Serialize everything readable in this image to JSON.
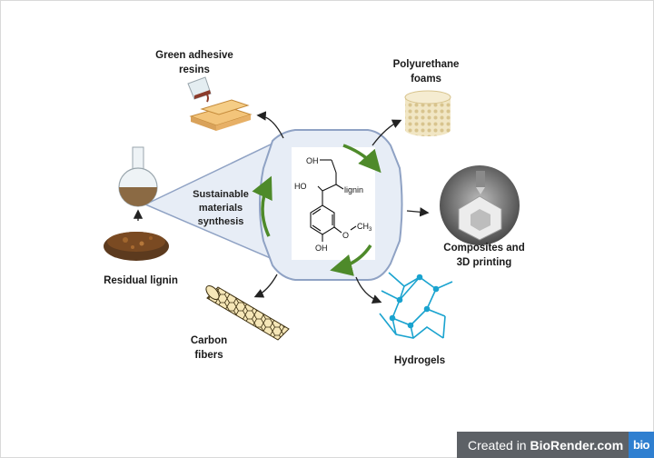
{
  "labels": {
    "green_adhesive": "Green adhesive resins",
    "green_adhesive_line1": "Green adhesive",
    "green_adhesive_line2": "resins",
    "polyurethane_line1": "Polyurethane",
    "polyurethane_line2": "foams",
    "composites_line1": "Composites and",
    "composites_line2": "3D printing",
    "hydrogels": "Hydrogels",
    "carbon_line1": "Carbon",
    "carbon_line2": "fibers",
    "residual_lignin": "Residual lignin",
    "center_line1": "Sustainable",
    "center_line2": "materials",
    "center_line3": "synthesis"
  },
  "molecule": {
    "oh_top": "OH",
    "ho_left": "HO",
    "lignin": "lignin",
    "methoxy": "O",
    "ch3": "CH",
    "ch3_sub": "3",
    "oh_bottom": "OH"
  },
  "badge": {
    "created_in": "Created in",
    "brand": "BioRender.com",
    "logo": "bio"
  },
  "colors": {
    "cycle_arrow": "#4e8a2a",
    "hexagon_fill": "#e7edf6",
    "hexagon_stroke": "#8fa2c4",
    "badge_bg": "#5d6166",
    "logo_bg": "#2f7fd0"
  }
}
